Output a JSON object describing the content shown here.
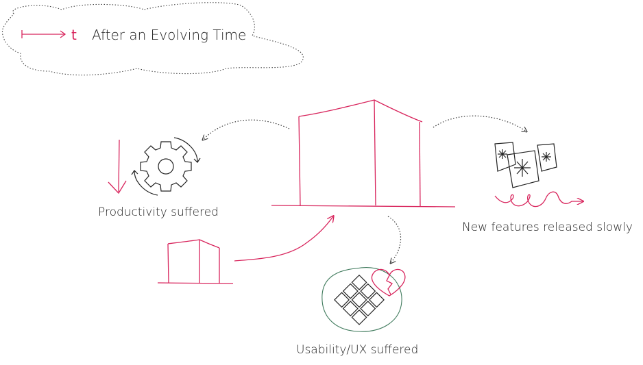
{
  "title": "After an Evolving Time",
  "time_symbol": "t",
  "labels": {
    "productivity": "Productivity suffered",
    "features": "New features released slowly",
    "usability": "Usability/UX suffered"
  },
  "colors": {
    "accent": "#d8245c",
    "ink": "#222222",
    "cloud": "#444444",
    "circle": "#3f7a5c"
  },
  "icons": {
    "cloud": "cloud-shape",
    "time-arrow": "time-arrow-icon",
    "gear": "gear-icon",
    "down-arrow": "down-arrow-icon",
    "big-building": "big-building-icon",
    "small-building": "small-building-icon",
    "documents": "documents-icon",
    "squiggle": "squiggle-arrow-icon",
    "grid": "grid-icon",
    "broken-heart": "broken-heart-icon"
  }
}
